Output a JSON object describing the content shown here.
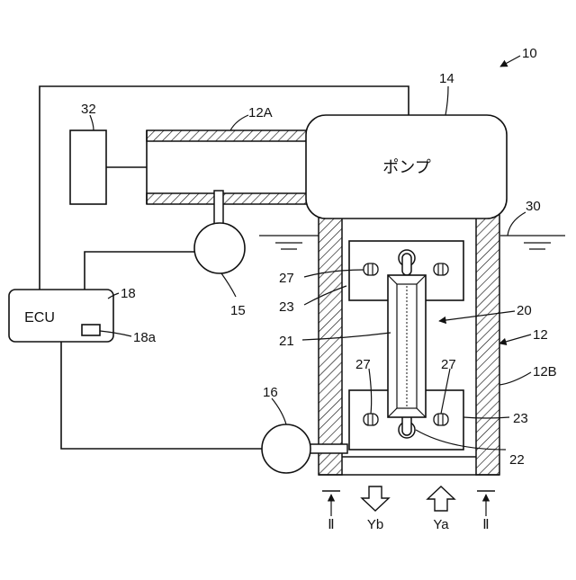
{
  "labels": {
    "l10": "10",
    "l14": "14",
    "l32": "32",
    "l12A": "12A",
    "pump": "ポンプ",
    "l30": "30",
    "l27a": "27",
    "l23a": "23",
    "l20": "20",
    "l21": "21",
    "l12": "12",
    "l12B": "12B",
    "l27b": "27",
    "l27c": "27",
    "l23b": "23",
    "l22": "22",
    "l18": "18",
    "ecu": "ECU",
    "l18a": "18a",
    "l15": "15",
    "l16": "16",
    "yb": "Yb",
    "ya": "Ya",
    "sec_left": "Ⅱ",
    "sec_right": "Ⅱ"
  }
}
